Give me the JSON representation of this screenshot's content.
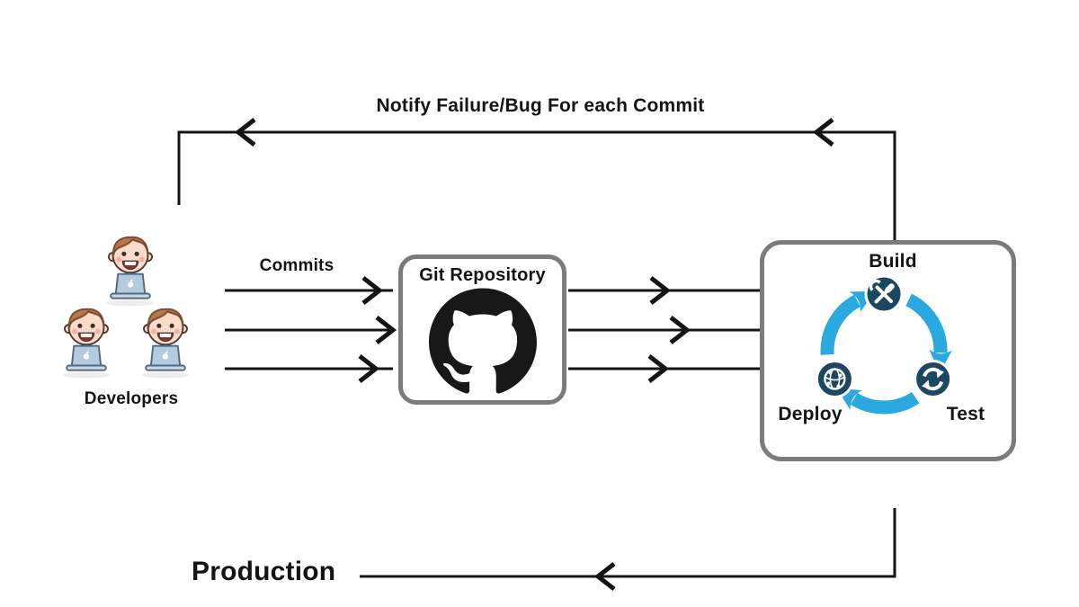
{
  "developers": {
    "label": "Developers"
  },
  "commits_label": "Commits",
  "git_repository": {
    "title": "Git Repository"
  },
  "pipeline": {
    "build_label": "Build",
    "test_label": "Test",
    "deploy_label": "Deploy"
  },
  "feedback": {
    "label": "Notify Failure/Bug For each Commit"
  },
  "production": {
    "label": "Production"
  },
  "icons": {
    "git": "github-octocat",
    "build": "wrench-screwdriver-tools",
    "test": "sync-arrows",
    "deploy": "globe-network"
  },
  "colors": {
    "cycle_blue": "#29A9E0",
    "icon_navy": "#1B4760",
    "border_grey": "#7B7B7B",
    "line_black": "#141414",
    "hair_brown": "#B5754D",
    "skin": "#FBDCCB",
    "shirt_blue": "#2EA5D8",
    "laptop_grey": "#B3CBDF"
  }
}
